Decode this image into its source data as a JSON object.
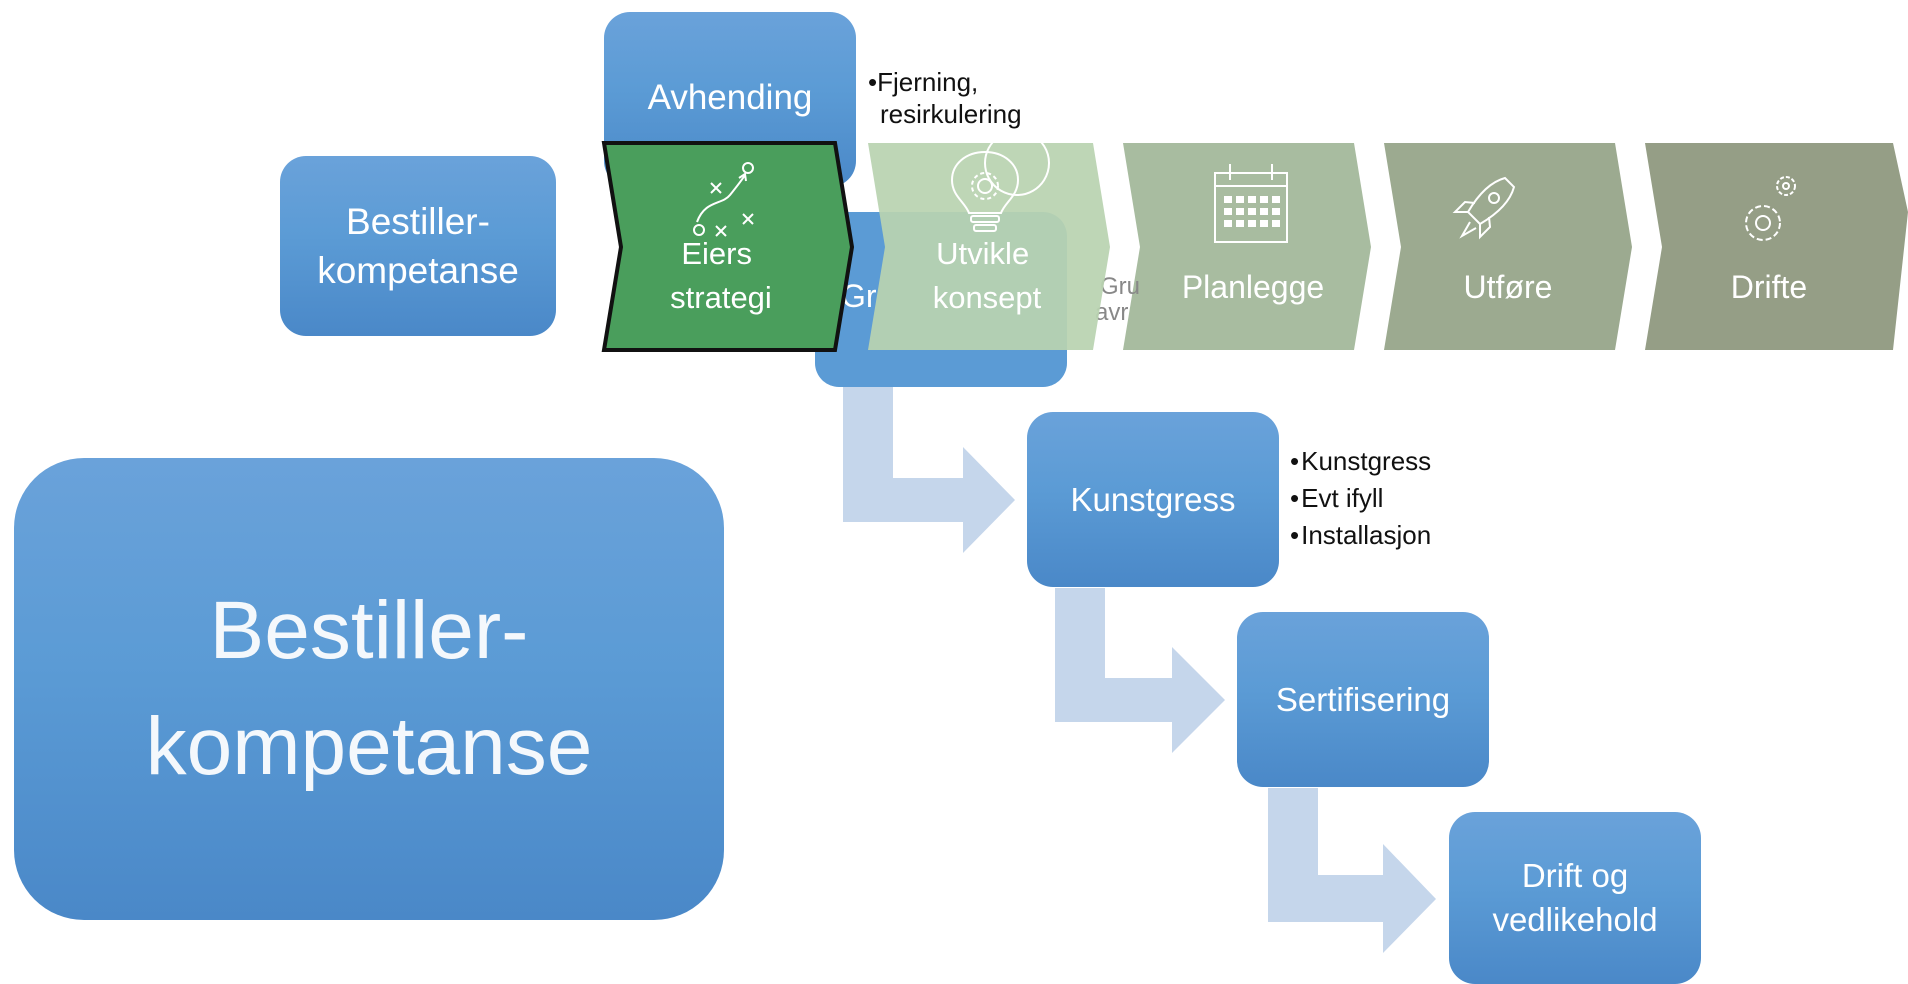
{
  "left_box": {
    "label": "Bestiller-kompetanse"
  },
  "big_box": {
    "label": "Bestiller-kompetanse"
  },
  "avhending": {
    "label": "Avhending",
    "notes": [
      "Fjerning,",
      "resirkulering"
    ]
  },
  "hidden_fragments": {
    "gr": "Gr",
    "gru": "Gru",
    "avr": "avr"
  },
  "process": {
    "steps": [
      {
        "label": "Eiers strategi",
        "icon": "strategy-play-icon",
        "color": "#4a9e5c"
      },
      {
        "label": "Utvikle konsept",
        "icon": "lightbulb-gear-icon",
        "color": "#b9d3b0"
      },
      {
        "label": "Planlegge",
        "icon": "calendar-icon",
        "color": "#a8bca0"
      },
      {
        "label": "Utføre",
        "icon": "rocket-icon",
        "color": "#9caa90"
      },
      {
        "label": "Drifte",
        "icon": "gears-icon",
        "color": "#959e86"
      }
    ]
  },
  "flow": {
    "boxes": [
      {
        "label": "Kunstgress",
        "notes": [
          "Kunstgress",
          "Evt ifyll",
          "Installasjon"
        ]
      },
      {
        "label": "Sertifisering"
      },
      {
        "label": "Drift og vedlikehold"
      }
    ]
  },
  "colors": {
    "box_blue": "#5b9bd5",
    "arrow_blue": "#c5d6eb",
    "active_green": "#4a9e5c"
  }
}
